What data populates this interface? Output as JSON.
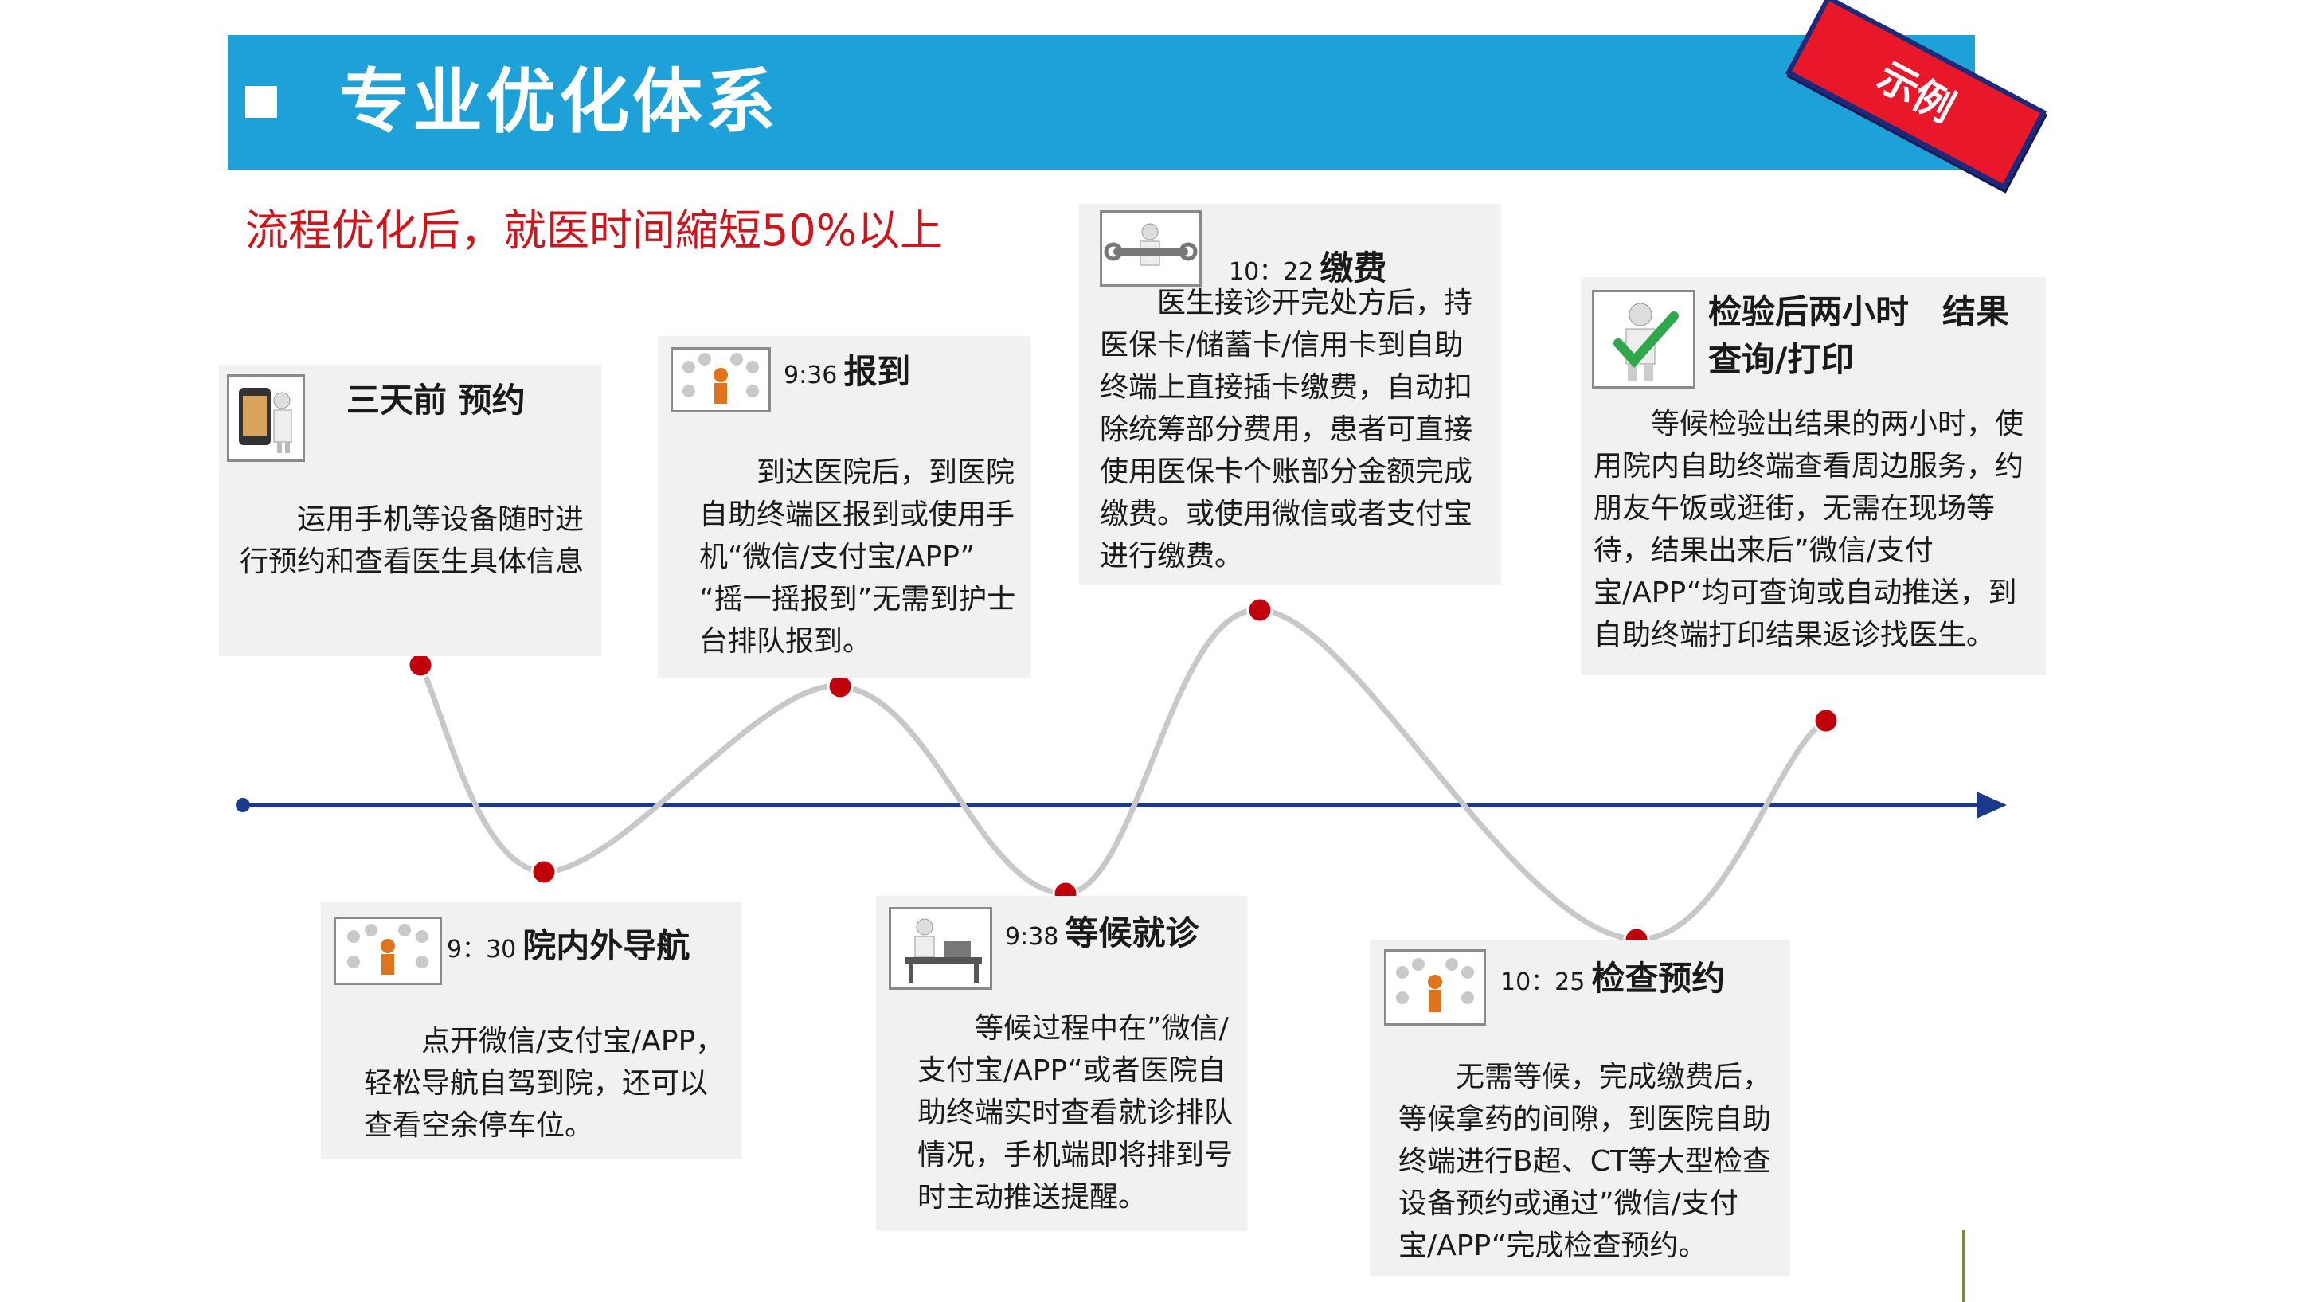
{
  "header": {
    "title": "专业优化体系"
  },
  "stamp": {
    "label": "示例"
  },
  "subtitle": "流程优化后，就医时间縮短50%以上",
  "colors": {
    "banner": "#1ea0d8",
    "subtitle": "#d0141b",
    "dot": "#c0000a",
    "axis": "#1b3a8c",
    "stamp": "#e8172a"
  },
  "steps": [
    {
      "time": "",
      "name": "三天前 预约",
      "icon": "phone-person-icon",
      "desc": "运用手机等设备随时进行预约和查看医生具体信息"
    },
    {
      "time": "9：30",
      "name": "院内外导航",
      "icon": "people-circle-icon",
      "desc": "点开微信/支付宝/APP，轻松导航自驾到院，还可以查看空余停车位。"
    },
    {
      "time": "9:36",
      "name": "报到",
      "icon": "people-circle-icon",
      "desc": "到达医院后，到医院自助终端区报到或使用手机“微信/支付宝/APP” “摇一摇报到”无需到护士台排队报到。"
    },
    {
      "time": "9:38",
      "name": "等候就诊",
      "icon": "desk-person-icon",
      "desc": "等候过程中在”微信/支付宝/APP“或者医院自助终端实时查看就诊排队情况，手机端即将排到号时主动推送提醒。"
    },
    {
      "time": "10：22",
      "name": "缴费",
      "icon": "wrench-person-icon",
      "desc": "医生接诊开完处方后，持医保卡/储蓄卡/信用卡到自助终端上直接插卡缴费，自动扣除统筹部分费用，患者可直接使用医保卡个账部分金额完成缴费。或使用微信或者支付宝进行缴费。"
    },
    {
      "time": "10：25",
      "name": "检查预约",
      "icon": "people-circle-icon",
      "desc": "无需等候，完成缴费后，等候拿药的间隙，到医院自助终端进行B超、CT等大型检查设备预约或通过”微信/支付宝/APP“完成检查预约。"
    },
    {
      "time": "",
      "name": "检验后两小时 结果查询/打印",
      "name_line1": "检验后两小时　结果",
      "name_line2": "查询/打印",
      "icon": "checkmark-person-icon",
      "desc": "等候检验出结果的两小时，使用院内自助终端查看周边服务，约朋友午饭或逛街，无需在现场等待，结果出来后”微信/支付宝/APP“均可查询或自动推送，到自助终端打印结果返诊找医生。"
    }
  ]
}
